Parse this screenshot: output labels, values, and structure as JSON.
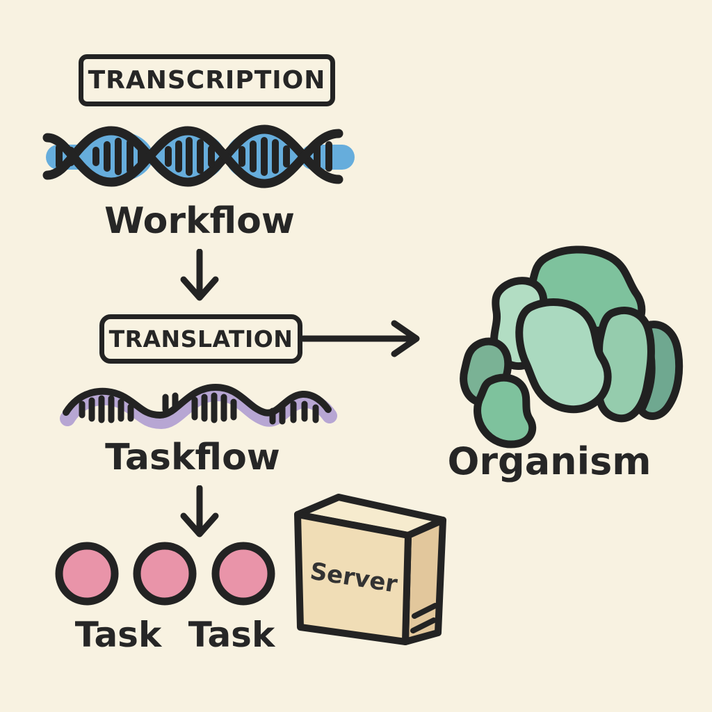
{
  "background": "#F8F2E1",
  "ink": "#232323",
  "labels": {
    "transcription": "TRANSCRIPTION",
    "workflow": "Workflow",
    "translation": "TRANSLATION",
    "taskflow": "Taskflow",
    "organism": "Organism",
    "task_left": "Task",
    "task_right": "Task",
    "server": "Server"
  },
  "colors": {
    "dna_blue": "#66ADDC",
    "mrna_purple": "#B7A6D3",
    "task_pink": "#E994A9",
    "server_top": "#F6EBCE",
    "server_front": "#F0DDB6",
    "server_side": "#E2C79C",
    "organism": {
      "mid_green": "#7EC29D",
      "light_mint": "#B2DDC3",
      "sage": "#7AB295",
      "teal_dark": "#6FA890",
      "soft_green": "#95CCAD",
      "pale_mint": "#AAD9BF"
    }
  },
  "icons": {
    "dna": "dna-helix-icon",
    "mrna": "mrna-strand-icon",
    "arrow_down_1": "arrow-down-icon",
    "arrow_down_2": "arrow-down-icon",
    "arrow_right": "arrow-right-icon",
    "task_circles": "task-circles-icon",
    "task_circle_count": 3,
    "server": "server-box-icon",
    "organism": "organism-blobs-icon"
  }
}
